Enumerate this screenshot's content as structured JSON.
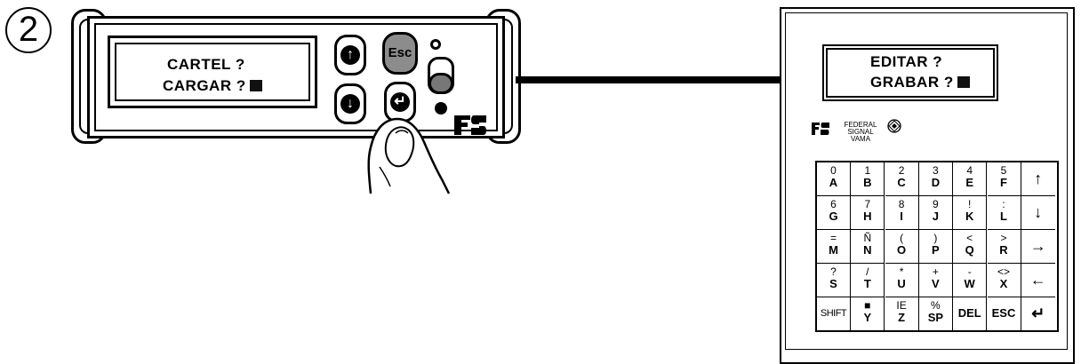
{
  "step_marker": "2",
  "controller": {
    "lcd_line1": "CARTEL ?",
    "lcd_line2": "CARGAR ?",
    "esc_label": "Esc",
    "buttons": [
      "up-arrow",
      "down-arrow",
      "esc",
      "enter"
    ],
    "logo_icon": "fs-logo-icon"
  },
  "keypad": {
    "lcd_line1": "EDITAR ?",
    "lcd_line2": "GRABAR ?",
    "brand_line1": "FEDERAL SIGNAL",
    "brand_line2": "VAMA",
    "keys": [
      [
        {
          "sec": "0",
          "pri": "A"
        },
        {
          "sec": "1",
          "pri": "B"
        },
        {
          "sec": "2",
          "pri": "C"
        },
        {
          "sec": "3",
          "pri": "D"
        },
        {
          "sec": "4",
          "pri": "E"
        },
        {
          "sec": "5",
          "pri": "F"
        },
        {
          "icon": "up-arrow-icon",
          "glyph": "↑"
        }
      ],
      [
        {
          "sec": "6",
          "pri": "G"
        },
        {
          "sec": "7",
          "pri": "H"
        },
        {
          "sec": "8",
          "pri": "I"
        },
        {
          "sec": "9",
          "pri": "J"
        },
        {
          "sec": "!",
          "pri": "K"
        },
        {
          "sec": ":",
          "pri": "L"
        },
        {
          "icon": "down-arrow-icon",
          "glyph": "↓"
        }
      ],
      [
        {
          "sec": "=",
          "pri": "M"
        },
        {
          "sec": "Ñ",
          "pri": "N"
        },
        {
          "sec": "(",
          "pri": "O"
        },
        {
          "sec": ")",
          "pri": "P"
        },
        {
          "sec": "<",
          "pri": "Q"
        },
        {
          "sec": ">",
          "pri": "R"
        },
        {
          "icon": "right-arrow-icon",
          "glyph": "→"
        }
      ],
      [
        {
          "sec": "?",
          "pri": "S"
        },
        {
          "sec": "/",
          "pri": "T"
        },
        {
          "sec": "*",
          "pri": "U"
        },
        {
          "sec": "+",
          "pri": "V"
        },
        {
          "sec": "-",
          "pri": "W"
        },
        {
          "sec": "<>",
          "pri": "X"
        },
        {
          "icon": "left-arrow-icon",
          "glyph": "←"
        }
      ],
      [
        {
          "label": "SHIFT"
        },
        {
          "sec": "■",
          "pri": "Y"
        },
        {
          "sec": "IE",
          "pri": "Z"
        },
        {
          "sec": "%",
          "pri": "SP"
        },
        {
          "label": "DEL"
        },
        {
          "label": "ESC"
        },
        {
          "icon": "enter-icon",
          "glyph": "↵"
        }
      ]
    ]
  }
}
